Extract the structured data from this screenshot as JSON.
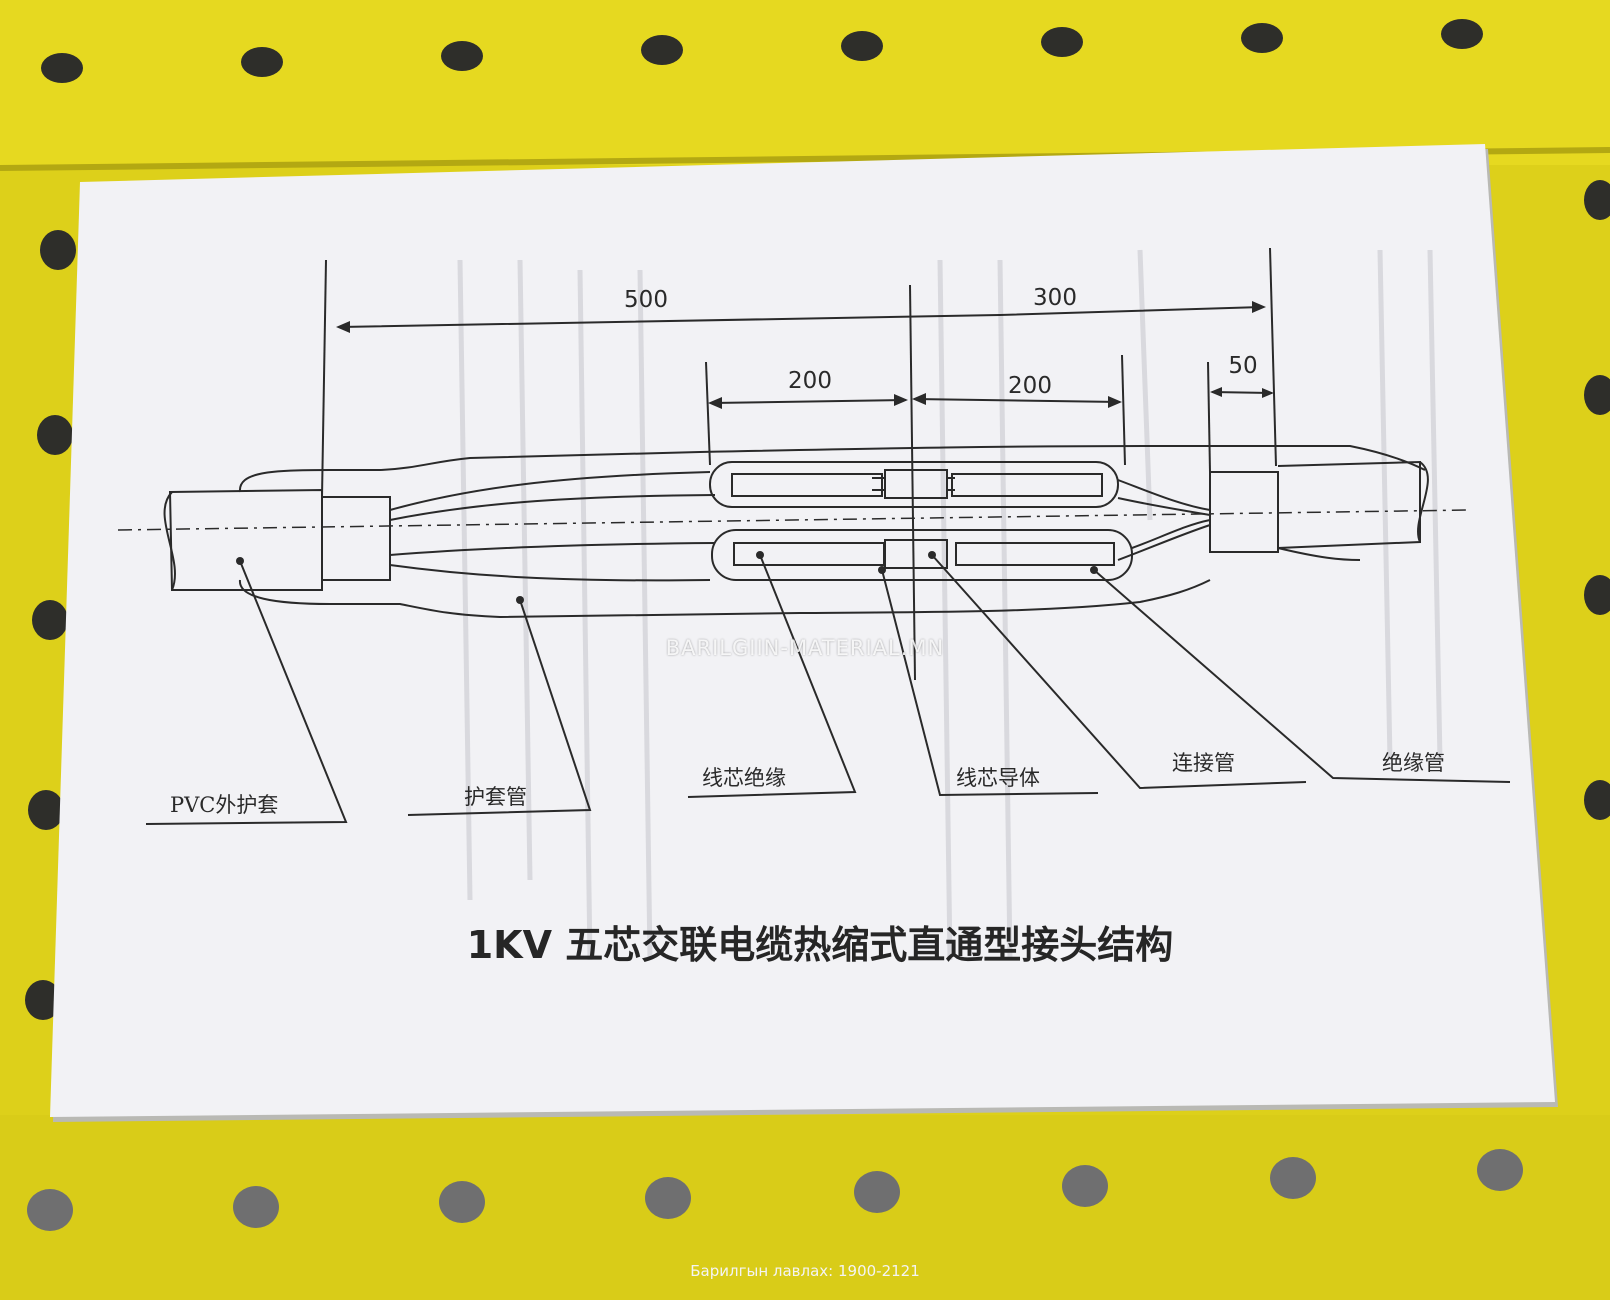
{
  "diagram": {
    "title": "1KV 五芯交联电缆热缩式直通型接头结构",
    "dimensions": {
      "overall_left": "500",
      "overall_right": "300",
      "inner_left": "200",
      "inner_right": "200",
      "end": "50"
    },
    "labels": {
      "pvc_sheath": "PVC外护套",
      "sheath_tube": "护套管",
      "core_insulation": "线芯绝缘",
      "core_conductor": "线芯导体",
      "connector_tube": "连接管",
      "insulation_tube": "绝缘管"
    }
  },
  "watermark": "BARILGIIN-MATERIAL.MN",
  "footer": "Барилгын лавлах: 1900-2121",
  "colors": {
    "board": "#e0d31c",
    "paper": "#f2f2f5",
    "ink": "#2a2a2a"
  }
}
